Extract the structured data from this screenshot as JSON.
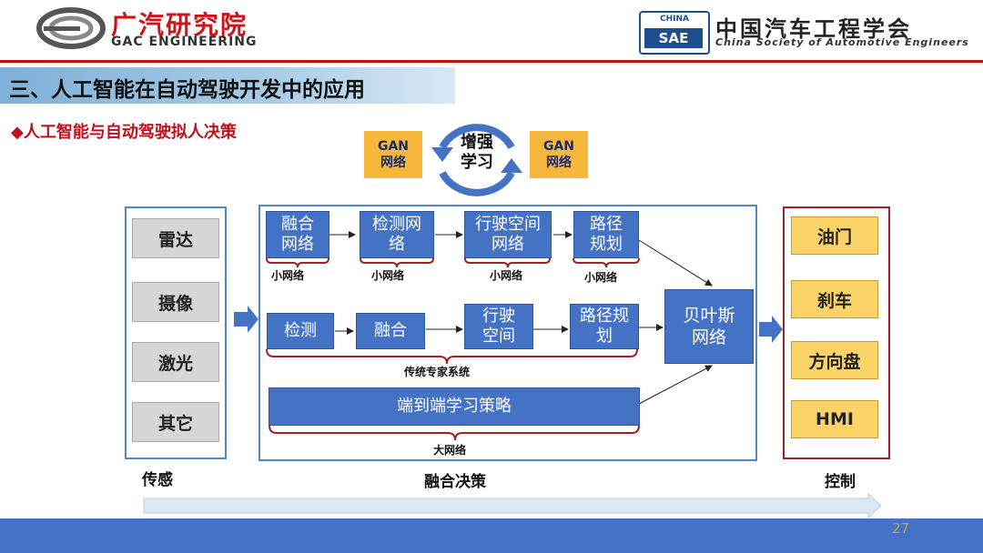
{
  "header": {
    "left_logo_cn": "广汽研究院",
    "left_logo_en": "GAC ENGINEERING",
    "right_badge_top": "CHINA",
    "right_badge_bottom": "SAE",
    "right_logo_cn": "中国汽车工程学会",
    "right_logo_en": "China Society of Automotive Engineers"
  },
  "section_title": "三、人工智能在自动驾驶开发中的应用",
  "subtitle": "◆人工智能与自动驾驶拟人决策",
  "gan": {
    "left": [
      "GAN",
      "网络"
    ],
    "right": [
      "GAN",
      "网络"
    ],
    "cycle": [
      "增强",
      "学习"
    ]
  },
  "sensing": {
    "items": [
      "雷达",
      "摄像",
      "激光",
      "其它"
    ],
    "label": "传感"
  },
  "fusion": {
    "row1": [
      [
        "融合",
        "网络"
      ],
      [
        "检测网",
        "络"
      ],
      [
        "行驶空间",
        "网络"
      ],
      [
        "路径",
        "规划"
      ]
    ],
    "row1_brace": [
      "小网络",
      "小网络",
      "小网络",
      "小网络"
    ],
    "row2": [
      "检测",
      "融合",
      [
        "行驶",
        "空间"
      ],
      [
        "路径规",
        "划"
      ]
    ],
    "row2_brace": "传统专家系统",
    "row3": "端到端学习策略",
    "row3_brace": "大网络",
    "bayes": [
      "贝叶斯",
      "网络"
    ],
    "label": "融合决策"
  },
  "control": {
    "items": [
      "油门",
      "刹车",
      "方向盘",
      "HMI"
    ],
    "label": "控制"
  },
  "page_number": "27",
  "colors": {
    "accent_red": "#c2101b",
    "blue": "#4472c4",
    "yellow": "#fbd366",
    "gan": "#f6b73c"
  }
}
